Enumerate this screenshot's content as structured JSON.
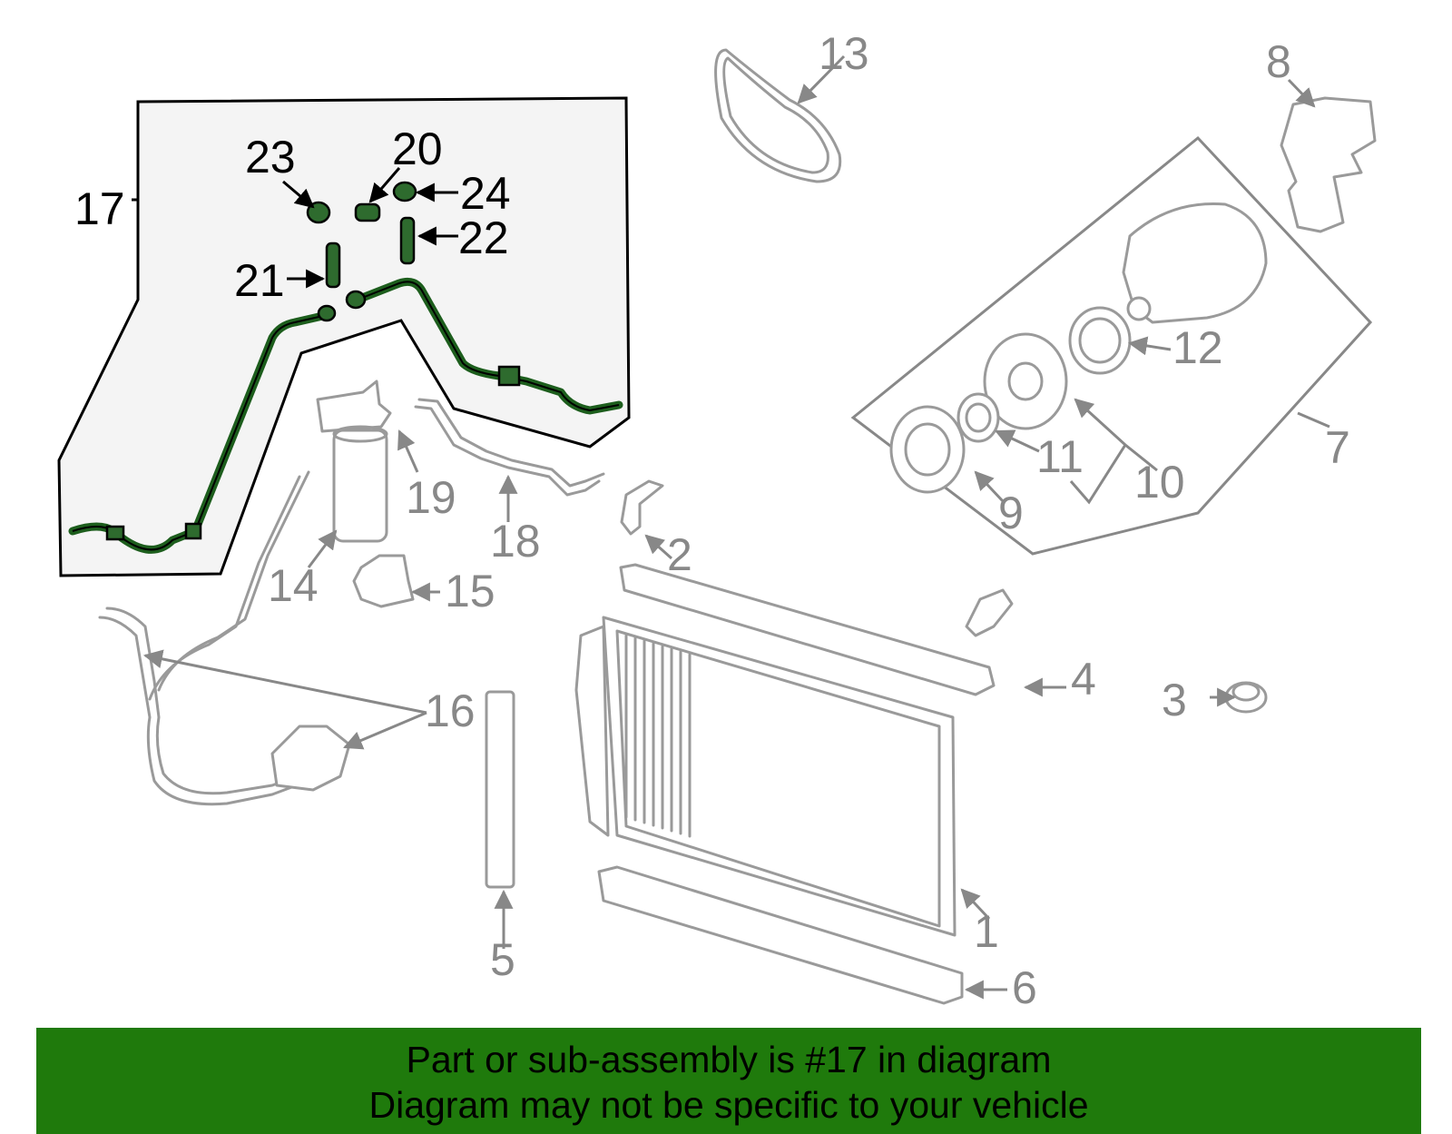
{
  "banner": {
    "line1": "Part or sub-assembly is #17 in diagram",
    "line2": "Diagram may not be specific to your vehicle",
    "color": "#1f7a0c"
  },
  "highlight_color": "#1d5e1d",
  "labels": {
    "p1": "1",
    "p2": "2",
    "p3": "3",
    "p4": "4",
    "p5": "5",
    "p6": "6",
    "p7": "7",
    "p8": "8",
    "p9": "9",
    "p10": "10",
    "p11": "11",
    "p12": "12",
    "p13": "13",
    "p14": "14",
    "p15": "15",
    "p16": "16",
    "p17": "17",
    "p18": "18",
    "p19": "19",
    "p20": "20",
    "p21": "21",
    "p22": "22",
    "p23": "23",
    "p24": "24"
  }
}
